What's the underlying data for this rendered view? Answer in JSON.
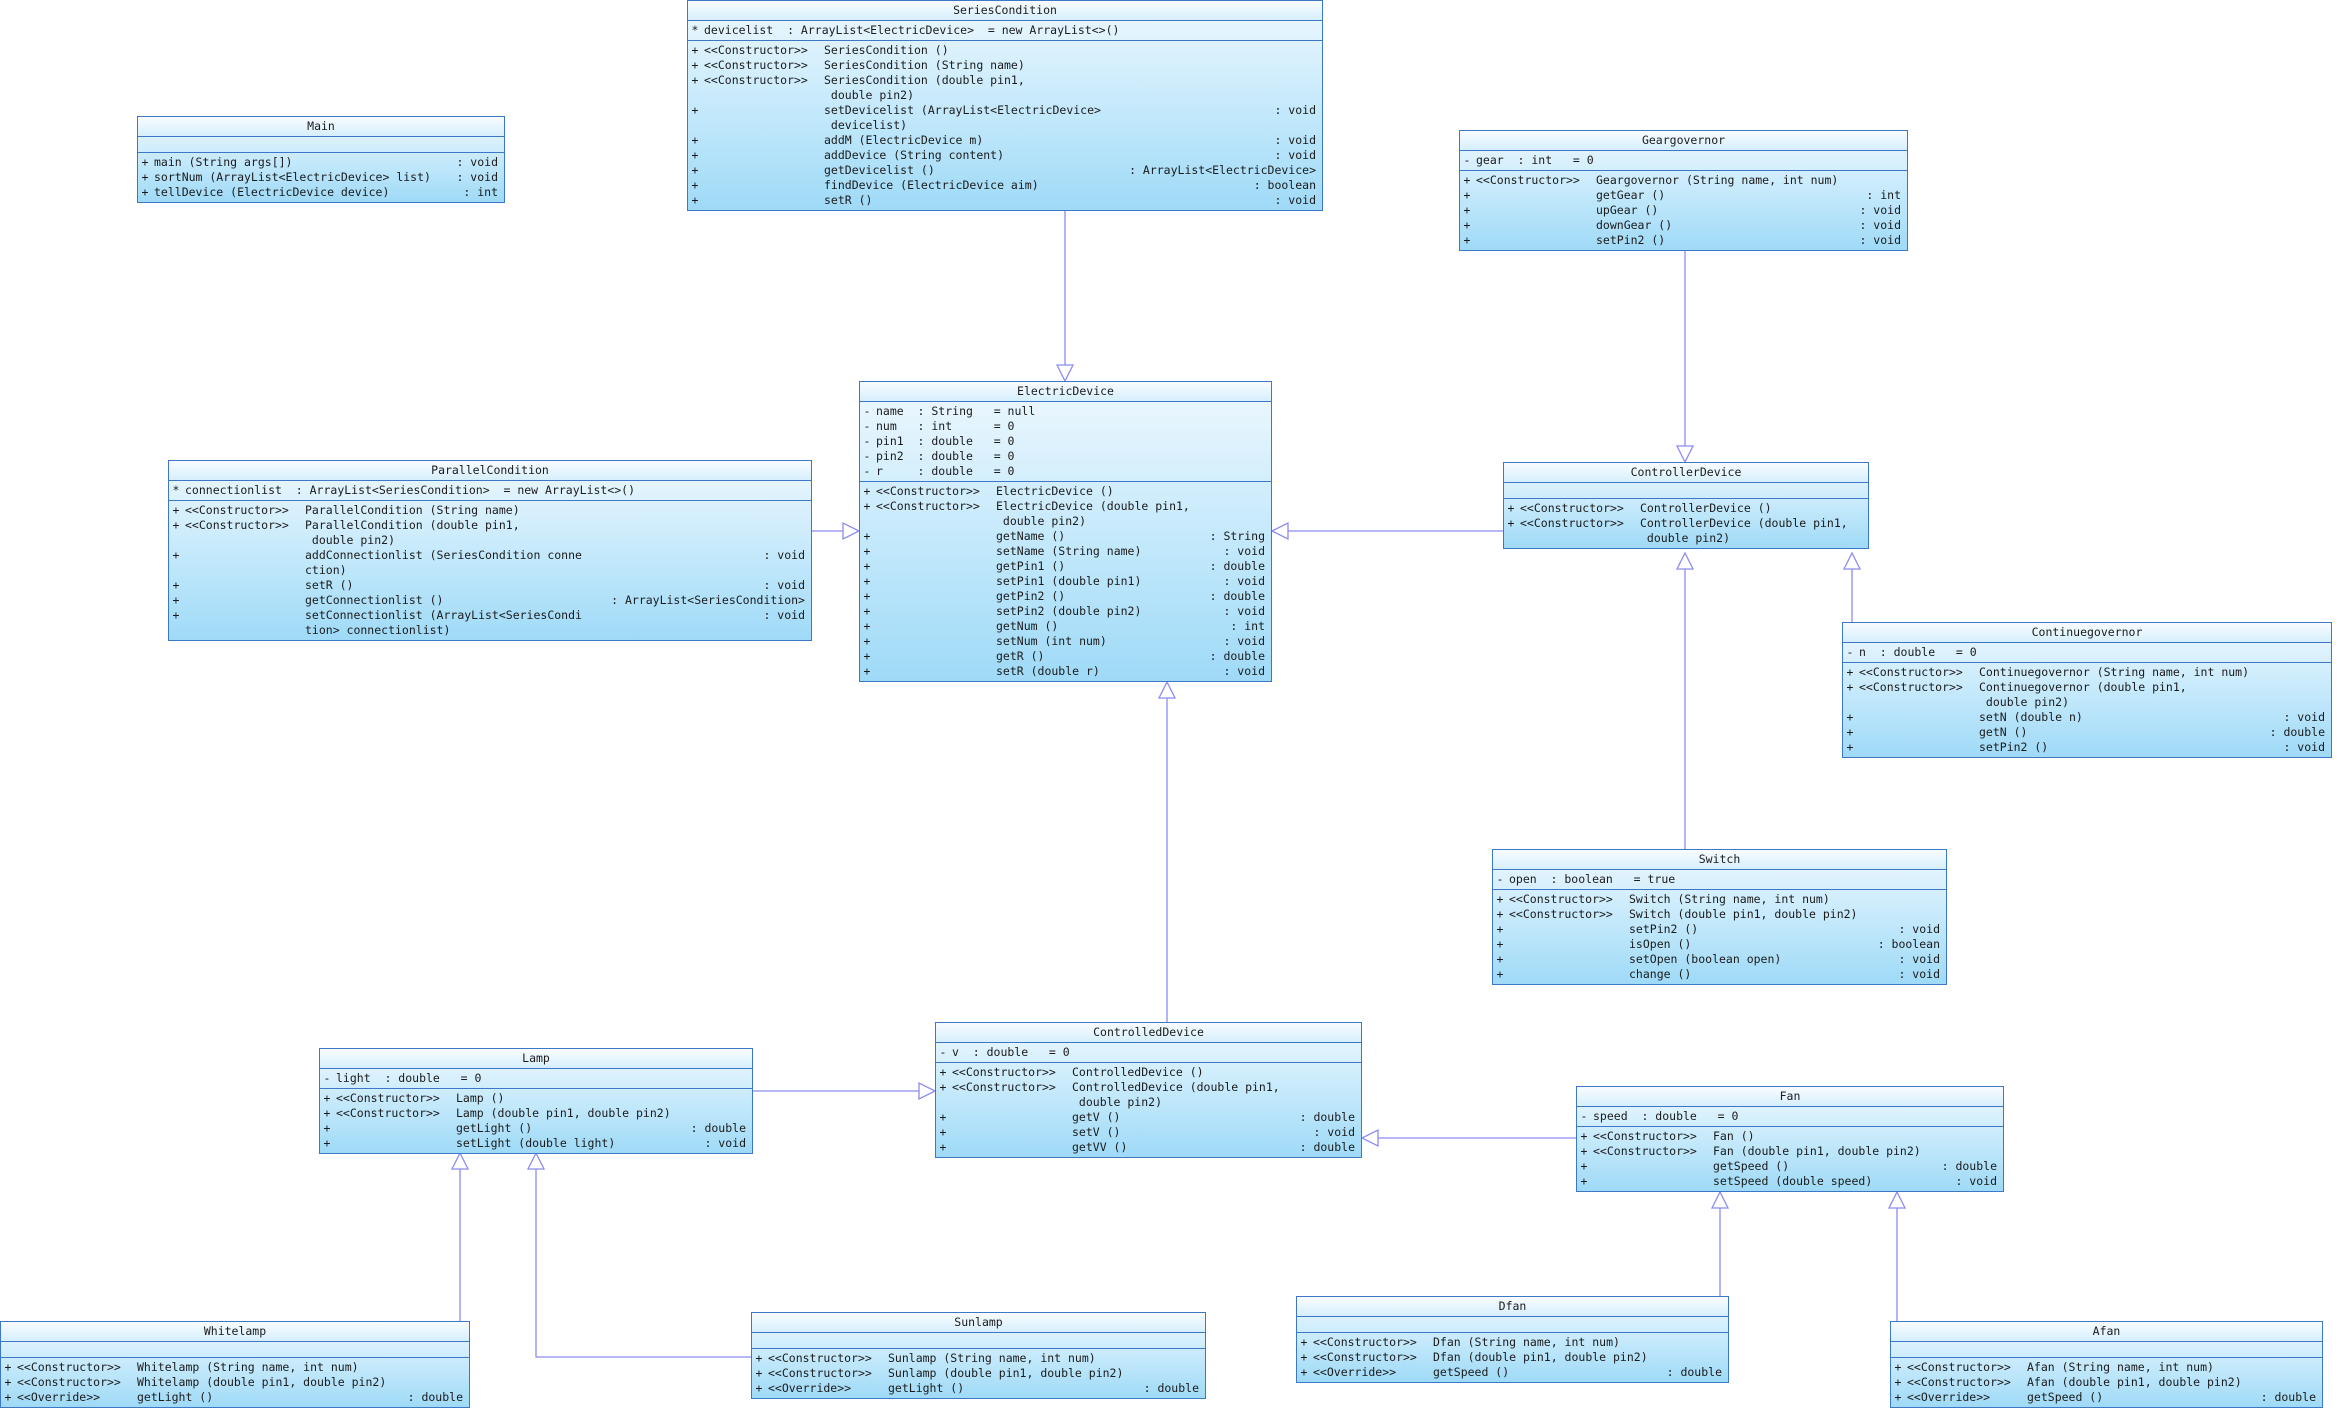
{
  "classes": [
    {
      "id": "Main",
      "name": "Main",
      "attrs": [],
      "ops": [
        {
          "v": "+",
          "s": "",
          "n": "main (String args[])",
          "t": ": void"
        },
        {
          "v": "+",
          "s": "",
          "n": "sortNum (ArrayList<ElectricDevice> list)",
          "t": ": void"
        },
        {
          "v": "+",
          "s": "",
          "n": "tellDevice (ElectricDevice device)",
          "t": ": int"
        }
      ]
    },
    {
      "id": "SeriesCondition",
      "name": "SeriesCondition",
      "attrs": [
        "devicelist  : ArrayList<ElectricDevice>  = new ArrayList<>()"
      ],
      "attr_vis": [
        "*"
      ],
      "ops": [
        {
          "v": "+",
          "s": "<<Constructor>>",
          "n": "SeriesCondition ()",
          "t": ""
        },
        {
          "v": "+",
          "s": "<<Constructor>>",
          "n": "SeriesCondition (String name)",
          "t": ""
        },
        {
          "v": "+",
          "s": "<<Constructor>>",
          "n": "SeriesCondition (double pin1,",
          "t": ""
        },
        {
          "v": "",
          "s": "",
          "n": " double pin2)",
          "t": ""
        },
        {
          "v": "+",
          "s": "",
          "n": "setDevicelist (ArrayList<ElectricDevice>",
          "t": ": void"
        },
        {
          "v": "",
          "s": "",
          "n": " devicelist)",
          "t": ""
        },
        {
          "v": "+",
          "s": "",
          "n": "addM (ElectricDevice m)",
          "t": ": void"
        },
        {
          "v": "+",
          "s": "",
          "n": "addDevice (String content)",
          "t": ": void"
        },
        {
          "v": "+",
          "s": "",
          "n": "getDevicelist ()",
          "t": ": ArrayList<ElectricDevice>"
        },
        {
          "v": "+",
          "s": "",
          "n": "findDevice (ElectricDevice aim)",
          "t": ": boolean"
        },
        {
          "v": "+",
          "s": "",
          "n": "setR ()",
          "t": ": void"
        }
      ]
    },
    {
      "id": "Geargovernor",
      "name": "Geargovernor",
      "attrs": [
        "gear  : int   = 0"
      ],
      "attr_vis": [
        "-"
      ],
      "ops": [
        {
          "v": "+",
          "s": "<<Constructor>>",
          "n": "Geargovernor (String name, int num)",
          "t": ""
        },
        {
          "v": "+",
          "s": "",
          "n": "getGear ()",
          "t": ": int"
        },
        {
          "v": "+",
          "s": "",
          "n": "upGear ()",
          "t": ": void"
        },
        {
          "v": "+",
          "s": "",
          "n": "downGear ()",
          "t": ": void"
        },
        {
          "v": "+",
          "s": "",
          "n": "setPin2 ()",
          "t": ": void"
        }
      ]
    },
    {
      "id": "ElectricDevice",
      "name": "ElectricDevice",
      "attrs": [
        "name  : String   = null",
        "num   : int      = 0",
        "pin1  : double   = 0",
        "pin2  : double   = 0",
        "r     : double   = 0"
      ],
      "attr_vis": [
        "-",
        "-",
        "-",
        "-",
        "-"
      ],
      "ops": [
        {
          "v": "+",
          "s": "<<Constructor>>",
          "n": "ElectricDevice ()",
          "t": ""
        },
        {
          "v": "+",
          "s": "<<Constructor>>",
          "n": "ElectricDevice (double pin1,",
          "t": ""
        },
        {
          "v": "",
          "s": "",
          "n": " double pin2)",
          "t": ""
        },
        {
          "v": "+",
          "s": "",
          "n": "getName ()",
          "t": ": String"
        },
        {
          "v": "+",
          "s": "",
          "n": "setName (String name)",
          "t": ": void"
        },
        {
          "v": "+",
          "s": "",
          "n": "getPin1 ()",
          "t": ": double"
        },
        {
          "v": "+",
          "s": "",
          "n": "setPin1 (double pin1)",
          "t": ": void"
        },
        {
          "v": "+",
          "s": "",
          "n": "getPin2 ()",
          "t": ": double"
        },
        {
          "v": "+",
          "s": "",
          "n": "setPin2 (double pin2)",
          "t": ": void"
        },
        {
          "v": "+",
          "s": "",
          "n": "getNum ()",
          "t": ": int"
        },
        {
          "v": "+",
          "s": "",
          "n": "setNum (int num)",
          "t": ": void"
        },
        {
          "v": "+",
          "s": "",
          "n": "getR ()",
          "t": ": double"
        },
        {
          "v": "+",
          "s": "",
          "n": "setR (double r)",
          "t": ": void"
        }
      ]
    },
    {
      "id": "ParallelCondition",
      "name": "ParallelCondition",
      "attrs": [
        "connectionlist  : ArrayList<SeriesCondition>  = new ArrayList<>()"
      ],
      "attr_vis": [
        "*"
      ],
      "ops": [
        {
          "v": "+",
          "s": "<<Constructor>>",
          "n": "ParallelCondition (String name)",
          "t": ""
        },
        {
          "v": "+",
          "s": "<<Constructor>>",
          "n": "ParallelCondition (double pin1,",
          "t": ""
        },
        {
          "v": "",
          "s": "",
          "n": " double pin2)",
          "t": ""
        },
        {
          "v": "+",
          "s": "",
          "n": "addConnectionlist (SeriesCondition conne",
          "t": ": void"
        },
        {
          "v": "",
          "s": "",
          "n": "ction)",
          "t": ""
        },
        {
          "v": "+",
          "s": "",
          "n": "setR ()",
          "t": ": void"
        },
        {
          "v": "+",
          "s": "",
          "n": "getConnectionlist ()",
          "t": ": ArrayList<SeriesCondition>"
        },
        {
          "v": "+",
          "s": "",
          "n": "setConnectionlist (ArrayList<SeriesCondi",
          "t": ": void"
        },
        {
          "v": "",
          "s": "",
          "n": "tion> connectionlist)",
          "t": ""
        }
      ]
    },
    {
      "id": "ControllerDevice",
      "name": "ControllerDevice",
      "attrs": [],
      "ops": [
        {
          "v": "+",
          "s": "<<Constructor>>",
          "n": "ControllerDevice ()",
          "t": ""
        },
        {
          "v": "+",
          "s": "<<Constructor>>",
          "n": "ControllerDevice (double pin1,",
          "t": ""
        },
        {
          "v": "",
          "s": "",
          "n": " double pin2)",
          "t": ""
        }
      ]
    },
    {
      "id": "Continuegovernor",
      "name": "Continuegovernor",
      "attrs": [
        "n  : double   = 0"
      ],
      "attr_vis": [
        "-"
      ],
      "ops": [
        {
          "v": "+",
          "s": "<<Constructor>>",
          "n": "Continuegovernor (String name, int num)",
          "t": ""
        },
        {
          "v": "+",
          "s": "<<Constructor>>",
          "n": "Continuegovernor (double pin1,",
          "t": ""
        },
        {
          "v": "",
          "s": "",
          "n": " double pin2)",
          "t": ""
        },
        {
          "v": "+",
          "s": "",
          "n": "setN (double n)",
          "t": ": void"
        },
        {
          "v": "+",
          "s": "",
          "n": "getN ()",
          "t": ": double"
        },
        {
          "v": "+",
          "s": "",
          "n": "setPin2 ()",
          "t": ": void"
        }
      ]
    },
    {
      "id": "Switch",
      "name": "Switch",
      "attrs": [
        "open  : boolean   = true"
      ],
      "attr_vis": [
        "-"
      ],
      "ops": [
        {
          "v": "+",
          "s": "<<Constructor>>",
          "n": "Switch (String name, int num)",
          "t": ""
        },
        {
          "v": "+",
          "s": "<<Constructor>>",
          "n": "Switch (double pin1, double pin2)",
          "t": ""
        },
        {
          "v": "+",
          "s": "",
          "n": "setPin2 ()",
          "t": ": void"
        },
        {
          "v": "+",
          "s": "",
          "n": "isOpen ()",
          "t": ": boolean"
        },
        {
          "v": "+",
          "s": "",
          "n": "setOpen (boolean open)",
          "t": ": void"
        },
        {
          "v": "+",
          "s": "",
          "n": "change ()",
          "t": ": void"
        }
      ]
    },
    {
      "id": "Lamp",
      "name": "Lamp",
      "attrs": [
        "light  : double   = 0"
      ],
      "attr_vis": [
        "-"
      ],
      "ops": [
        {
          "v": "+",
          "s": "<<Constructor>>",
          "n": "Lamp ()",
          "t": ""
        },
        {
          "v": "+",
          "s": "<<Constructor>>",
          "n": "Lamp (double pin1, double pin2)",
          "t": ""
        },
        {
          "v": "+",
          "s": "",
          "n": "getLight ()",
          "t": ": double"
        },
        {
          "v": "+",
          "s": "",
          "n": "setLight (double light)",
          "t": ": void"
        }
      ]
    },
    {
      "id": "ControlledDevice",
      "name": "ControlledDevice",
      "attrs": [
        "v  : double   = 0"
      ],
      "attr_vis": [
        "-"
      ],
      "ops": [
        {
          "v": "+",
          "s": "<<Constructor>>",
          "n": "ControlledDevice ()",
          "t": ""
        },
        {
          "v": "+",
          "s": "<<Constructor>>",
          "n": "ControlledDevice (double pin1,",
          "t": ""
        },
        {
          "v": "",
          "s": "",
          "n": " double pin2)",
          "t": ""
        },
        {
          "v": "+",
          "s": "",
          "n": "getV ()",
          "t": ": double"
        },
        {
          "v": "+",
          "s": "",
          "n": "setV ()",
          "t": ": void"
        },
        {
          "v": "+",
          "s": "",
          "n": "getVV ()",
          "t": ": double"
        }
      ]
    },
    {
      "id": "Fan",
      "name": "Fan",
      "attrs": [
        "speed  : double   = 0"
      ],
      "attr_vis": [
        "-"
      ],
      "ops": [
        {
          "v": "+",
          "s": "<<Constructor>>",
          "n": "Fan ()",
          "t": ""
        },
        {
          "v": "+",
          "s": "<<Constructor>>",
          "n": "Fan (double pin1, double pin2)",
          "t": ""
        },
        {
          "v": "+",
          "s": "",
          "n": "getSpeed ()",
          "t": ": double"
        },
        {
          "v": "+",
          "s": "",
          "n": "setSpeed (double speed)",
          "t": ": void"
        }
      ]
    },
    {
      "id": "Whitelamp",
      "name": "Whitelamp",
      "attrs": [],
      "ops": [
        {
          "v": "+",
          "s": "<<Constructor>>",
          "n": "Whitelamp (String name, int num)",
          "t": ""
        },
        {
          "v": "+",
          "s": "<<Constructor>>",
          "n": "Whitelamp (double pin1, double pin2)",
          "t": ""
        },
        {
          "v": "+",
          "s": "<<Override>>",
          "n": "getLight ()",
          "t": ": double"
        }
      ]
    },
    {
      "id": "Sunlamp",
      "name": "Sunlamp",
      "attrs": [],
      "ops": [
        {
          "v": "+",
          "s": "<<Constructor>>",
          "n": "Sunlamp (String name, int num)",
          "t": ""
        },
        {
          "v": "+",
          "s": "<<Constructor>>",
          "n": "Sunlamp (double pin1, double pin2)",
          "t": ""
        },
        {
          "v": "+",
          "s": "<<Override>>",
          "n": "getLight ()",
          "t": ": double"
        }
      ]
    },
    {
      "id": "Dfan",
      "name": "Dfan",
      "attrs": [],
      "ops": [
        {
          "v": "+",
          "s": "<<Constructor>>",
          "n": "Dfan (String name, int num)",
          "t": ""
        },
        {
          "v": "+",
          "s": "<<Constructor>>",
          "n": "Dfan (double pin1, double pin2)",
          "t": ""
        },
        {
          "v": "+",
          "s": "<<Override>>",
          "n": "getSpeed ()",
          "t": ": double"
        }
      ]
    },
    {
      "id": "Afan",
      "name": "Afan",
      "attrs": [],
      "ops": [
        {
          "v": "+",
          "s": "<<Constructor>>",
          "n": "Afan (String name, int num)",
          "t": ""
        },
        {
          "v": "+",
          "s": "<<Constructor>>",
          "n": "Afan (double pin1, double pin2)",
          "t": ""
        },
        {
          "v": "+",
          "s": "<<Override>>",
          "n": "getSpeed ()",
          "t": ": double"
        }
      ]
    }
  ],
  "relations": [
    {
      "from": "SeriesCondition",
      "to": "ElectricDevice",
      "kind": "generalization"
    },
    {
      "from": "ParallelCondition",
      "to": "ElectricDevice",
      "kind": "generalization"
    },
    {
      "from": "ControllerDevice",
      "to": "ElectricDevice",
      "kind": "generalization"
    },
    {
      "from": "ControlledDevice",
      "to": "ElectricDevice",
      "kind": "generalization"
    },
    {
      "from": "Geargovernor",
      "to": "ControllerDevice",
      "kind": "generalization"
    },
    {
      "from": "Switch",
      "to": "ControllerDevice",
      "kind": "generalization"
    },
    {
      "from": "Continuegovernor",
      "to": "ControllerDevice",
      "kind": "generalization"
    },
    {
      "from": "Lamp",
      "to": "ControlledDevice",
      "kind": "generalization"
    },
    {
      "from": "Fan",
      "to": "ControlledDevice",
      "kind": "generalization"
    },
    {
      "from": "Whitelamp",
      "to": "Lamp",
      "kind": "generalization"
    },
    {
      "from": "Sunlamp",
      "to": "Lamp",
      "kind": "generalization"
    },
    {
      "from": "Dfan",
      "to": "Fan",
      "kind": "generalization"
    },
    {
      "from": "Afan",
      "to": "Fan",
      "kind": "generalization"
    }
  ],
  "colors": {
    "border": "#3d78c8",
    "edge": "#8c8cf0",
    "fill_top": "#eef8fe",
    "fill_bottom": "#9fdaf7"
  }
}
